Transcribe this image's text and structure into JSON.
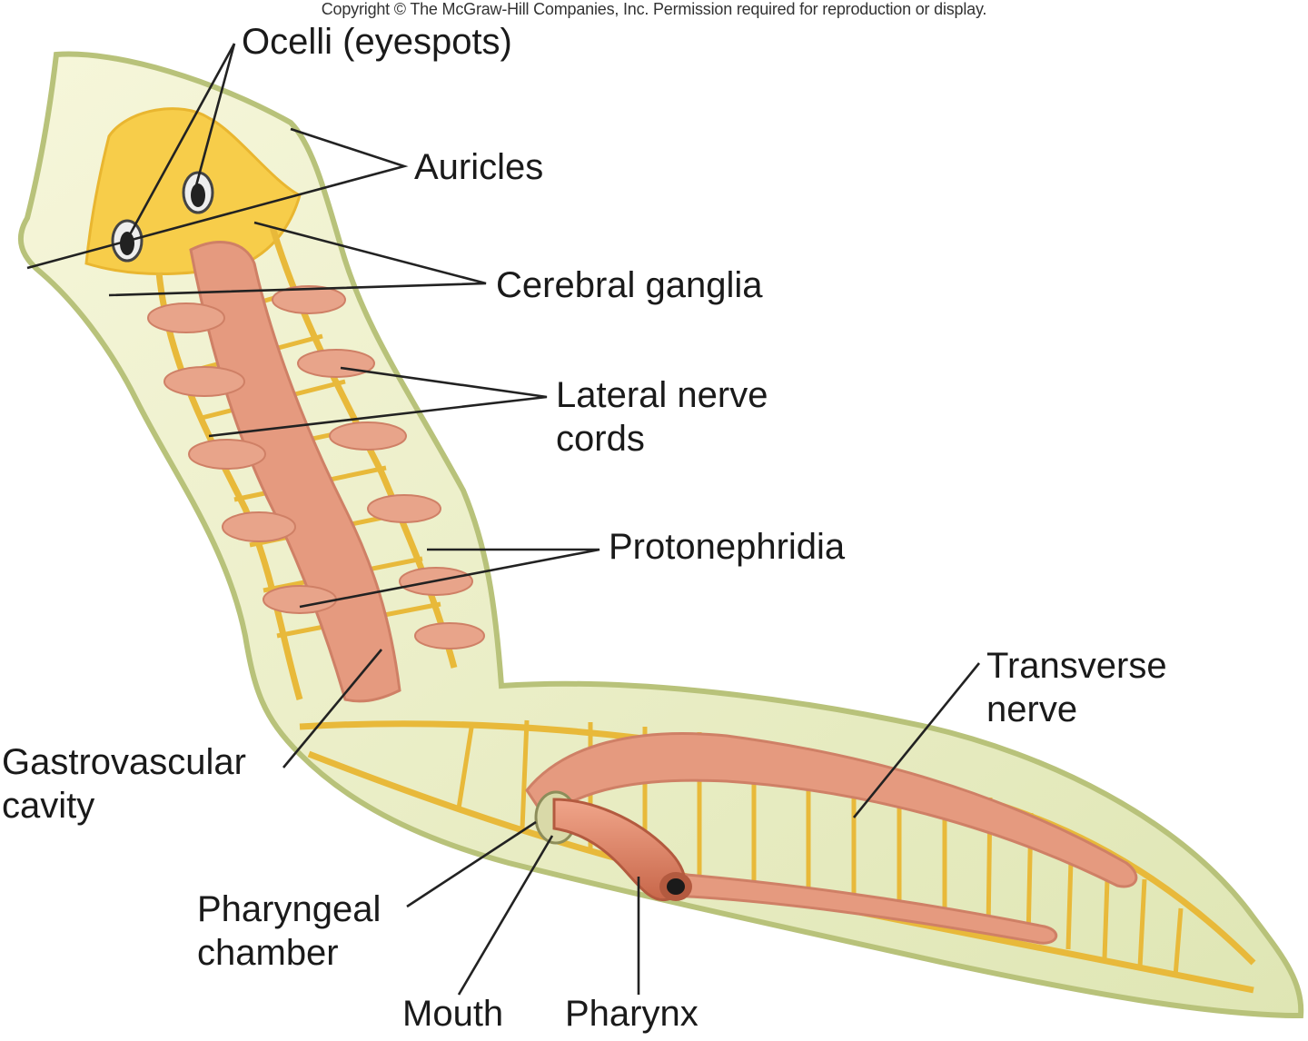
{
  "copyright": "Copyright © The McGraw-Hill Companies, Inc. Permission required for reproduction or display.",
  "labels": {
    "ocelli": "Ocelli (eyespots)",
    "auricles": "Auricles",
    "cerebral_ganglia": "Cerebral ganglia",
    "lateral_nerve_cords_line1": "Lateral nerve",
    "lateral_nerve_cords_line2": "cords",
    "protonephridia": "Protonephridia",
    "transverse_nerve_line1": "Transverse",
    "transverse_nerve_line2": "nerve",
    "gastrovascular_line1": "Gastrovascular",
    "gastrovascular_line2": "cavity",
    "pharyngeal_line1": "Pharyngeal",
    "pharyngeal_line2": "chamber",
    "mouth": "Mouth",
    "pharynx": "Pharynx"
  },
  "colors": {
    "body_fill": "#f1f1cf",
    "body_outline": "#b9c27a",
    "nerve": "#e8b93a",
    "ganglia": "#f6cc45",
    "gut": "#e59a7f",
    "gut_dark": "#d4826a",
    "pharynx": "#dd7a5a"
  }
}
